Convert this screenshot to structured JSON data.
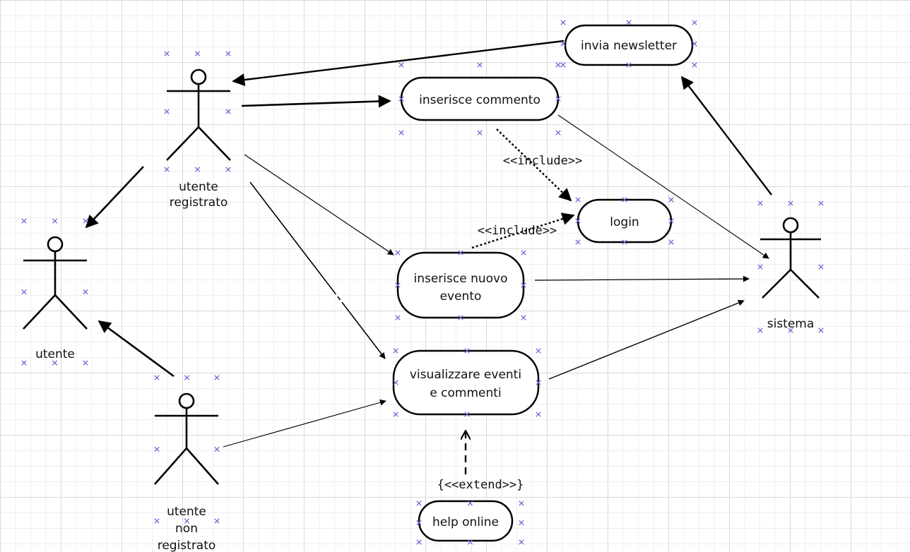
{
  "actors": {
    "utente_registrato": [
      "utente",
      "registrato"
    ],
    "utente": [
      "utente"
    ],
    "utente_non_registrato": [
      "utente",
      "non",
      "registrato"
    ],
    "sistema": [
      "sistema"
    ]
  },
  "use_cases": {
    "invia_newsletter": [
      "invia newsletter"
    ],
    "inserisce_commento": [
      "inserisce commento"
    ],
    "login": [
      "login"
    ],
    "inserisce_nuovo_evento": [
      "inserisce nuovo",
      "evento"
    ],
    "visualizzare_eventi": [
      "visualizzare eventi",
      "e commenti"
    ],
    "help_online": [
      "help online"
    ]
  },
  "relations": {
    "include_1": "<<include>>",
    "include_2": "<<include>>",
    "extend": "{<<extend>>}"
  }
}
